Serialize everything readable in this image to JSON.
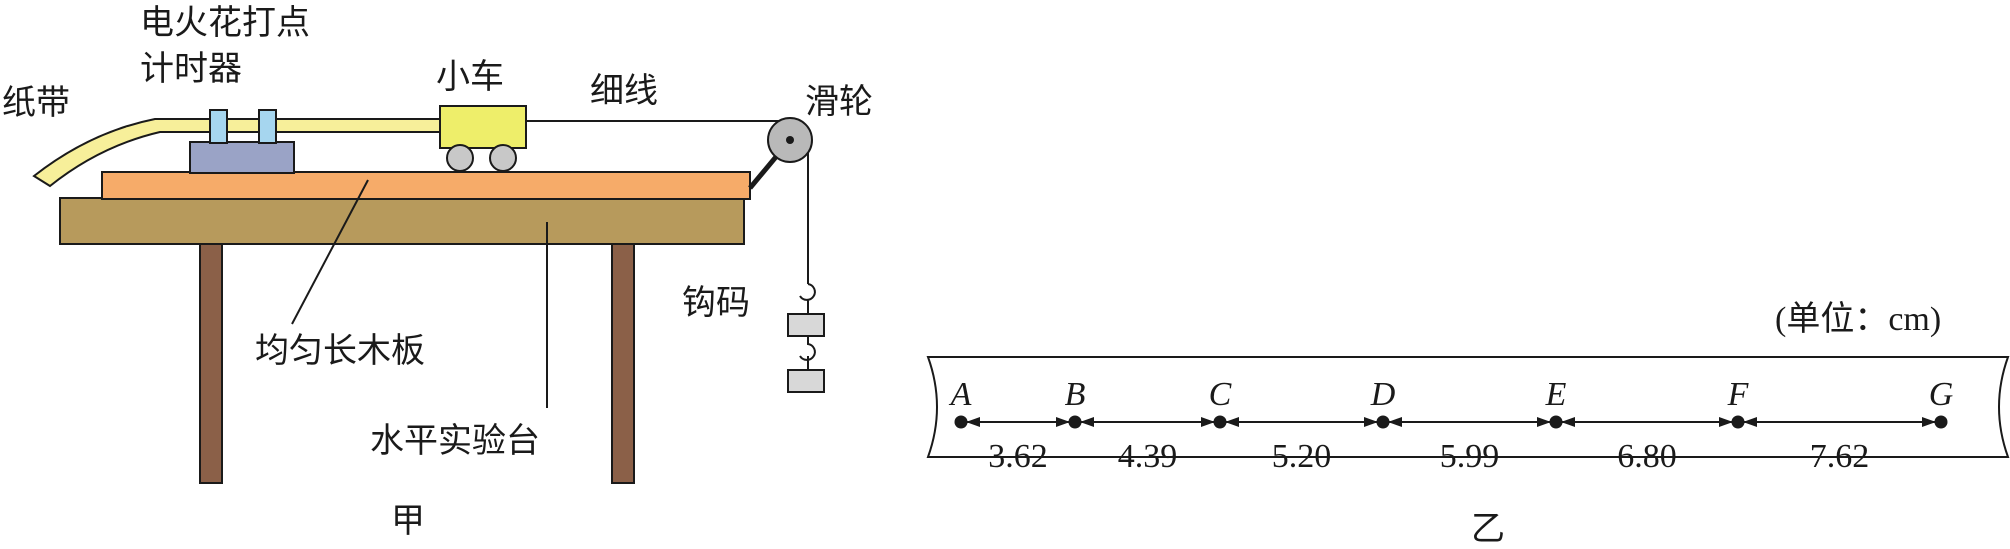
{
  "apparatus": {
    "labels": {
      "timer_line1": "电火花打点",
      "timer_line2": "计时器",
      "tape": "纸带",
      "cart": "小车",
      "string": "细线",
      "pulley": "滑轮",
      "weight": "钩码",
      "board": "均匀长木板",
      "table": "水平实验台",
      "caption": "甲"
    },
    "colors": {
      "tape": "#f7ef9a",
      "board": "#f6ab69",
      "table": "#b79a5c",
      "legs": "#8b6048",
      "timer_base": "#9aa3c6",
      "timer_posts": "#a6d6ef",
      "cart": "#eeee6a",
      "wheels": "#c8c8c8",
      "pulley": "#b9b9b9",
      "weights": "#d8d8d8"
    }
  },
  "tape_strip": {
    "unit_label": "(单位：cm)",
    "caption": "乙",
    "points": [
      "A",
      "B",
      "C",
      "D",
      "E",
      "F",
      "G"
    ],
    "intervals": [
      "3.62",
      "4.39",
      "5.20",
      "5.99",
      "6.80",
      "7.62"
    ]
  }
}
